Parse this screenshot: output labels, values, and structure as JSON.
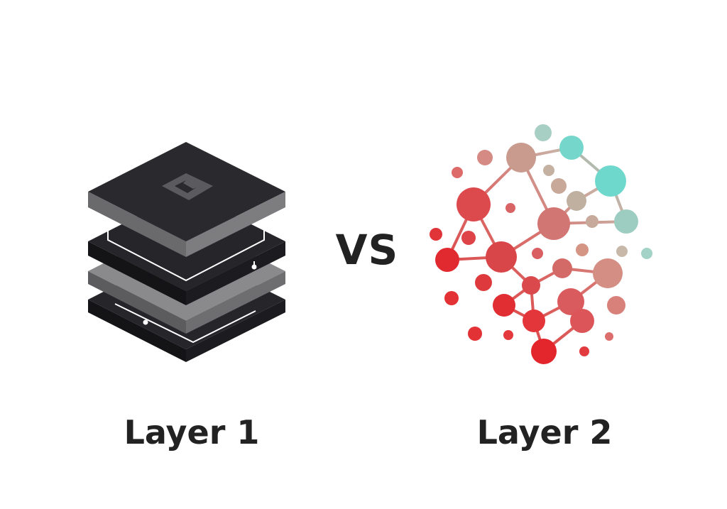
{
  "comparison": {
    "left_label": "Layer 1",
    "vs_text": "VS",
    "right_label": "Layer 2"
  },
  "icons": {
    "left": "stacked-layers-icon",
    "right": "network-nodes-icon"
  },
  "colors": {
    "text": "#222222",
    "layer_top": "#26252a",
    "layer_side": "#7a7a7a",
    "node_red": "#e02a2f",
    "node_teal": "#6fd8cd"
  }
}
